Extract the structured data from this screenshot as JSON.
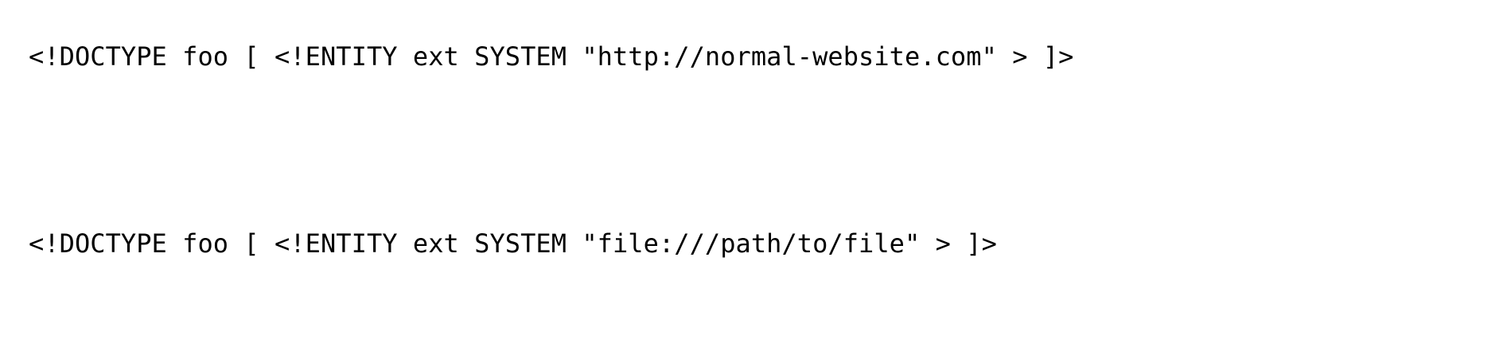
{
  "document": {
    "background_color": "#ffffff",
    "text_color": "#000000",
    "code_lines": [
      {
        "id": "external-entity-http",
        "text": "<!DOCTYPE foo [ <!ENTITY ext SYSTEM \"http://normal-website.com\" > ]>"
      },
      {
        "id": "external-entity-file",
        "text": "<!DOCTYPE foo [ <!ENTITY ext SYSTEM \"file:///path/to/file\" > ]>"
      }
    ]
  }
}
